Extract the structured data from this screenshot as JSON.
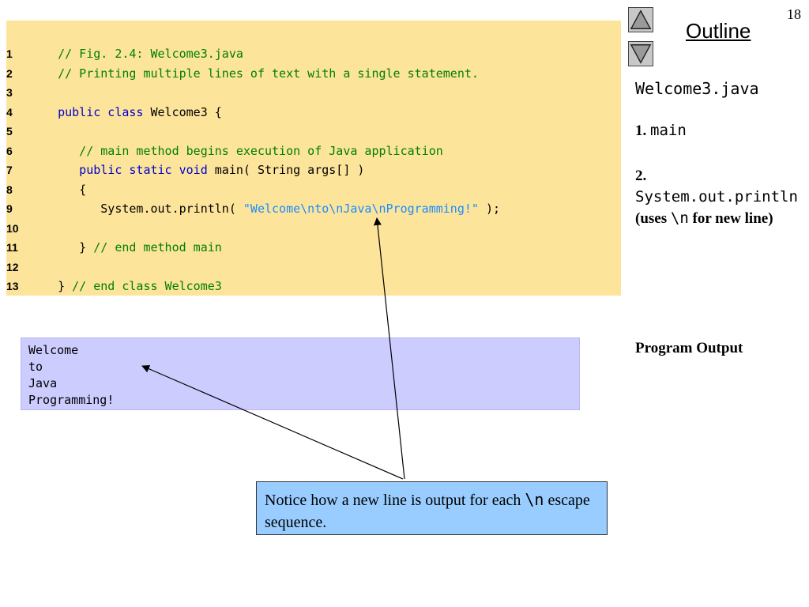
{
  "slide": {
    "number": "18"
  },
  "nav": {
    "outline_label": "Outline"
  },
  "code": {
    "lines": [
      {
        "num": "1",
        "tokens": [
          {
            "t": "   // Fig. 2.4: Welcome3.java",
            "k": "comment"
          }
        ]
      },
      {
        "num": "2",
        "tokens": [
          {
            "t": "   // Printing multiple lines of text with a single statement.",
            "k": "comment"
          }
        ]
      },
      {
        "num": "3",
        "tokens": []
      },
      {
        "num": "4",
        "tokens": [
          {
            "t": "   public class ",
            "k": "keyword"
          },
          {
            "t": "Welcome3 {",
            "k": "plain"
          }
        ]
      },
      {
        "num": "5",
        "tokens": []
      },
      {
        "num": "6",
        "tokens": [
          {
            "t": "      // main method begins execution of Java application",
            "k": "comment"
          }
        ]
      },
      {
        "num": "7",
        "tokens": [
          {
            "t": "      public static void ",
            "k": "keyword"
          },
          {
            "t": "main( String args[] )",
            "k": "plain"
          }
        ]
      },
      {
        "num": "8",
        "tokens": [
          {
            "t": "      {",
            "k": "plain"
          }
        ]
      },
      {
        "num": "9",
        "tokens": [
          {
            "t": "         System.out.println( ",
            "k": "plain"
          },
          {
            "t": "\"Welcome\\nto\\nJava\\nProgramming!\"",
            "k": "string"
          },
          {
            "t": " );",
            "k": "plain"
          }
        ]
      },
      {
        "num": "10",
        "tokens": []
      },
      {
        "num": "11",
        "tokens": [
          {
            "t": "      } ",
            "k": "plain"
          },
          {
            "t": "// end method main",
            "k": "comment"
          }
        ]
      },
      {
        "num": "12",
        "tokens": []
      },
      {
        "num": "13",
        "tokens": [
          {
            "t": "   } ",
            "k": "plain"
          },
          {
            "t": "// end class Welcome3",
            "k": "comment"
          }
        ]
      }
    ]
  },
  "output": {
    "lines": [
      "Welcome",
      "to",
      "Java",
      "Programming!"
    ]
  },
  "callout": {
    "text_before": "Notice how a new line is output for each ",
    "code": "\\n",
    "text_after": " escape sequence."
  },
  "sidebar": {
    "file_name": "Welcome3.java",
    "item1": {
      "num": "1.",
      "code": "main"
    },
    "item2": {
      "num": "2.",
      "code": "System.out.println",
      "text_a": " (uses ",
      "code2": "\\n",
      "text_b": " for new line)"
    },
    "program_output": "Program Output"
  }
}
